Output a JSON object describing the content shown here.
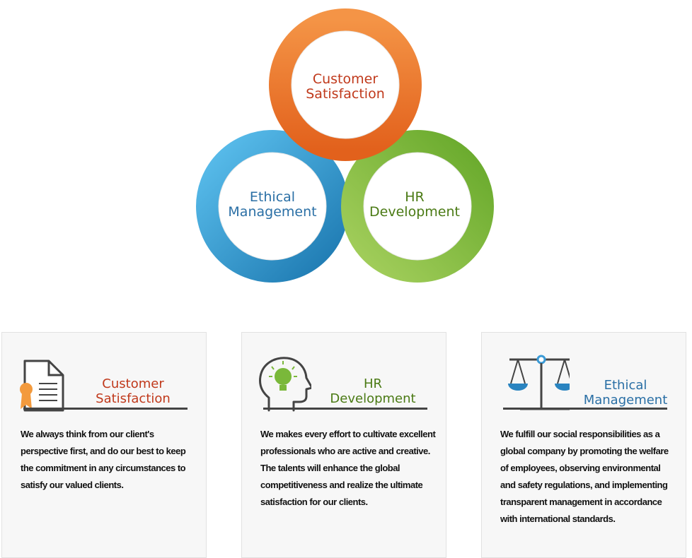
{
  "diagram": {
    "rings": [
      {
        "id": "customer",
        "label": "Customer\nSatisfaction",
        "color": "#c0391b",
        "ring_color": "#ee7a30"
      },
      {
        "id": "ethical",
        "label": "Ethical\nManagement",
        "color": "#2a6fa5",
        "ring_color": "#3a9ad6"
      },
      {
        "id": "hr",
        "label": "HR\nDevelopment",
        "color": "#4a7a14",
        "ring_color": "#7ab83a"
      }
    ]
  },
  "cards": [
    {
      "title": "Customer\nSatisfaction",
      "title_color": "#c0391b",
      "icon": "certificate-icon",
      "text": "We always think from our client's perspective first, and do our best to keep the commitment in any circumstances to satisfy our valued clients."
    },
    {
      "title": "HR\nDevelopment",
      "title_color": "#4a7a14",
      "icon": "head-lightbulb-icon",
      "text": "We makes every effort to cultivate excellent professionals who are active and creative. The talents will enhance the global competitiveness and realize the ultimate satisfaction for our clients."
    },
    {
      "title": "Ethical\nManagement",
      "title_color": "#2a6fa5",
      "icon": "balance-scale-icon",
      "text": "We fulfill our social responsibilities as a global company by promoting the welfare of employees, observing environmental and safety regulations, and implementing transparent management in accordance with international standards."
    }
  ]
}
